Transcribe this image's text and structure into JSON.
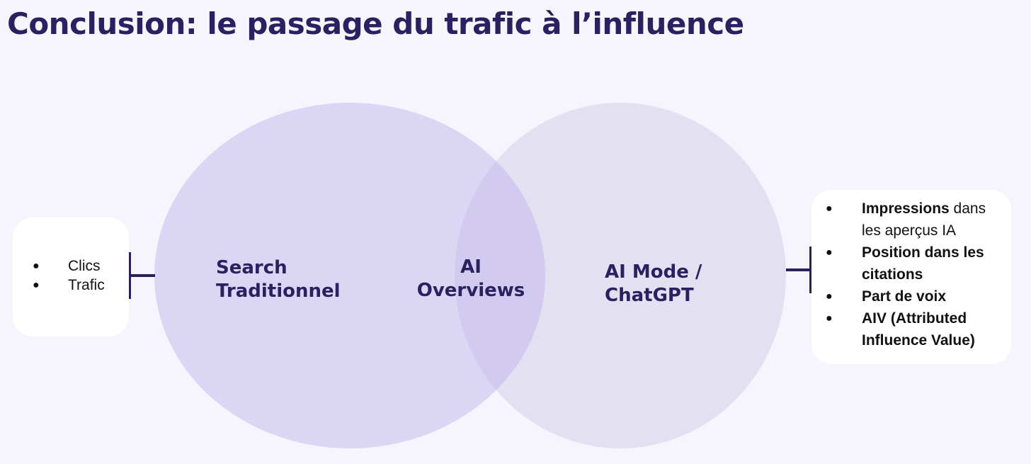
{
  "title": "Conclusion: le passage du trafic à l’influence",
  "diagram": {
    "circles": {
      "left": {
        "label_line1": "Search",
        "label_line2": "Traditionnel",
        "color": "#dcd6f5"
      },
      "middle": {
        "label_line1": "AI",
        "label_line2": "Overviews",
        "color": "#d2cbef"
      },
      "right": {
        "label_line1": "AI Mode /",
        "label_line2": "ChatGPT",
        "color": "#e3e0f2"
      }
    },
    "connector_color": "#2a2160",
    "left_box": {
      "items": [
        "Clics",
        "Trafic"
      ]
    },
    "right_box": {
      "items": [
        {
          "bold": "Impressions",
          "normal": " dans les aperçus IA"
        },
        {
          "bold": "Position dans les citations",
          "normal": ""
        },
        {
          "bold": "Part de voix",
          "normal": ""
        },
        {
          "bold": "AIV (Attributed Influence Value)",
          "normal": ""
        }
      ]
    },
    "bullet_symbol": "●"
  }
}
